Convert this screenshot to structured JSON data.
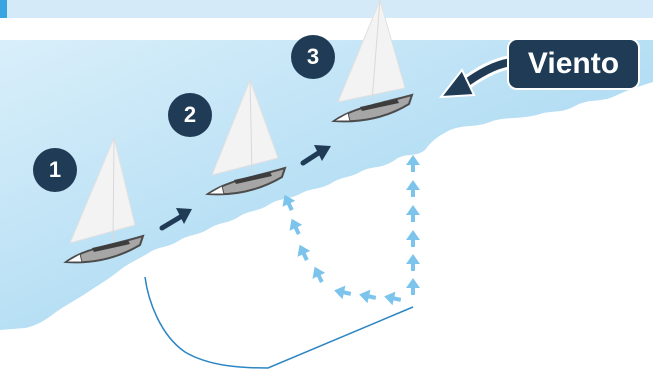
{
  "diagram": {
    "steps": [
      {
        "label": "1"
      },
      {
        "label": "2"
      },
      {
        "label": "3"
      }
    ],
    "wind_label": "Viento",
    "colors": {
      "water_light": "#d4ecf8",
      "water_mid": "#a9d8f2",
      "water_top": "#dff2fb",
      "header_bar": "#d4eaf9",
      "accent_bar": "#3aa4e0",
      "dark_navy": "#1f3b55",
      "light_arrow": "#7cc4ec",
      "hull": "#a7a6a6",
      "hull_dark": "#4c4c4c",
      "sail": "#f1f1f1",
      "bracket": "#2c86c4"
    }
  }
}
